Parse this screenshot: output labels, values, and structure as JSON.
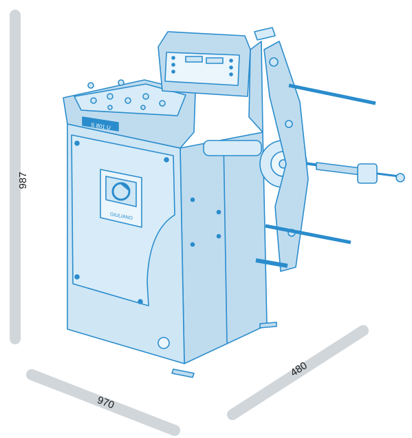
{
  "dimensions": {
    "height": "987",
    "depth": "970",
    "width": "480"
  },
  "brand_badge": "GIULIANO",
  "side_label": "S 801 U",
  "colors": {
    "machine_fill": "#cfe6f5",
    "machine_line": "#2a8ccc",
    "dimension_bar": "#d0d6da"
  }
}
